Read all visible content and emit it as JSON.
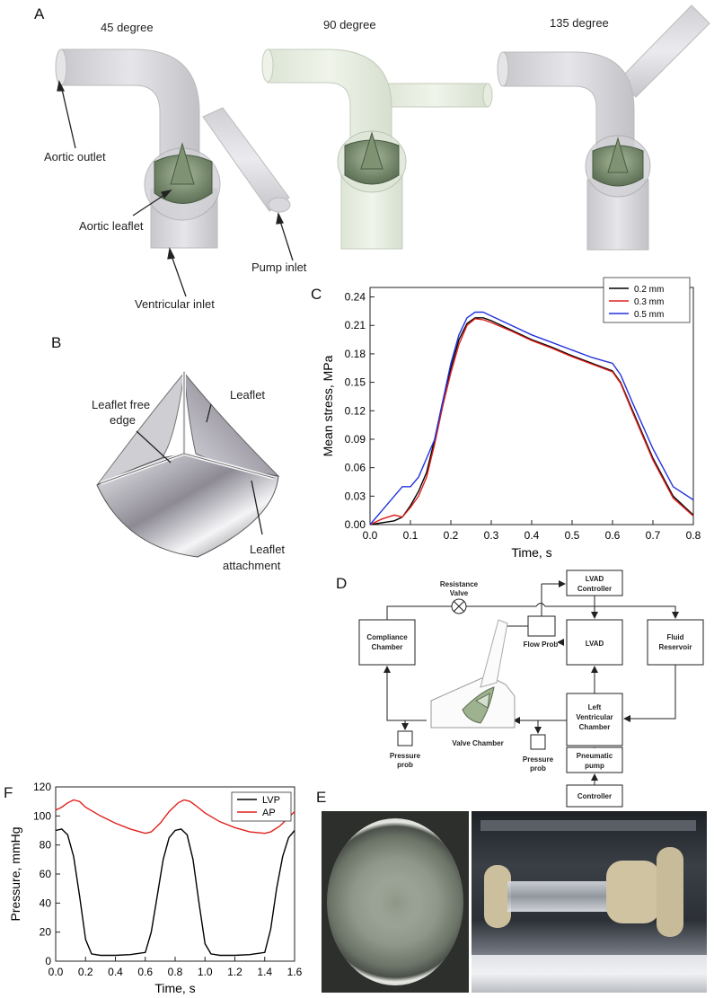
{
  "panel_a": {
    "letter": "A",
    "angles": [
      "45 degree",
      "90 degree",
      "135 degree"
    ],
    "annotations": {
      "aortic_outlet": "Aortic outlet",
      "aortic_leaflet": "Aortic leaflet",
      "pump_inlet": "Pump inlet",
      "ventricular_inlet": "Ventricular inlet"
    }
  },
  "panel_b": {
    "letter": "B",
    "labels": {
      "free_edge_1": "Leaflet free",
      "free_edge_2": "edge",
      "leaflet": "Leaflet",
      "attachment_1": "Leaflet",
      "attachment_2": "attachment"
    }
  },
  "panel_d": {
    "letter": "D",
    "boxes": {
      "lvad_controller_1": "LVAD",
      "lvad_controller_2": "Controller",
      "lvad": "LVAD",
      "compliance_1": "Compliance",
      "compliance_2": "Chamber",
      "fluid_1": "Fluid",
      "fluid_2": "Reservoir",
      "lv_1": "Left",
      "lv_2": "Ventricular",
      "lv_3": "Chamber",
      "pneumatic_1": "Pneumatic",
      "pneumatic_2": "pump",
      "controller": "Controller"
    },
    "labels": {
      "resistance_1": "Resistance",
      "resistance_2": "Valve",
      "flow_prob": "Flow  Prob",
      "valve_chamber": "Valve Chamber",
      "pressure_1": "Pressure",
      "pressure_2": "prob"
    }
  },
  "panel_e": {
    "letter": "E"
  },
  "panel_c_letter": "C",
  "panel_f_letter": "F",
  "chart_data": [
    {
      "panel": "C",
      "type": "line",
      "xlabel": "Time, s",
      "ylabel": "Mean stress, MPa",
      "xlim": [
        0.0,
        0.8
      ],
      "ylim": [
        0.0,
        0.25
      ],
      "xticks": [
        "0.0",
        "0.1",
        "0.2",
        "0.3",
        "0.4",
        "0.5",
        "0.6",
        "0.7",
        "0.8"
      ],
      "yticks": [
        "0.00",
        "0.03",
        "0.06",
        "0.09",
        "0.12",
        "0.15",
        "0.18",
        "0.21",
        "0.24"
      ],
      "legend_position": "top-right",
      "series": [
        {
          "name": "0.2 mm",
          "color": "#000000",
          "x": [
            0,
            0.03,
            0.06,
            0.08,
            0.1,
            0.12,
            0.14,
            0.16,
            0.18,
            0.2,
            0.22,
            0.24,
            0.26,
            0.28,
            0.3,
            0.35,
            0.4,
            0.45,
            0.5,
            0.55,
            0.6,
            0.62,
            0.65,
            0.7,
            0.75,
            0.8
          ],
          "y": [
            0,
            0.002,
            0.004,
            0.008,
            0.02,
            0.035,
            0.055,
            0.09,
            0.13,
            0.165,
            0.195,
            0.212,
            0.218,
            0.218,
            0.215,
            0.205,
            0.195,
            0.187,
            0.178,
            0.17,
            0.162,
            0.15,
            0.12,
            0.07,
            0.03,
            0.01
          ]
        },
        {
          "name": "0.3 mm",
          "color": "#e0201b",
          "x": [
            0,
            0.03,
            0.06,
            0.08,
            0.1,
            0.12,
            0.14,
            0.16,
            0.18,
            0.2,
            0.22,
            0.24,
            0.26,
            0.28,
            0.3,
            0.35,
            0.4,
            0.45,
            0.5,
            0.55,
            0.6,
            0.62,
            0.65,
            0.7,
            0.75,
            0.8
          ],
          "y": [
            0,
            0.006,
            0.01,
            0.008,
            0.018,
            0.03,
            0.05,
            0.085,
            0.125,
            0.16,
            0.19,
            0.21,
            0.217,
            0.216,
            0.213,
            0.204,
            0.194,
            0.186,
            0.177,
            0.169,
            0.161,
            0.149,
            0.118,
            0.068,
            0.028,
            0.009
          ]
        },
        {
          "name": "0.5 mm",
          "color": "#2233dd",
          "x": [
            0,
            0.03,
            0.06,
            0.08,
            0.1,
            0.12,
            0.14,
            0.16,
            0.18,
            0.2,
            0.22,
            0.24,
            0.26,
            0.28,
            0.3,
            0.35,
            0.4,
            0.45,
            0.5,
            0.55,
            0.6,
            0.62,
            0.65,
            0.7,
            0.75,
            0.8
          ],
          "y": [
            0,
            0.015,
            0.03,
            0.04,
            0.04,
            0.05,
            0.07,
            0.09,
            0.13,
            0.17,
            0.2,
            0.218,
            0.224,
            0.224,
            0.22,
            0.21,
            0.2,
            0.192,
            0.184,
            0.176,
            0.17,
            0.158,
            0.128,
            0.08,
            0.04,
            0.026
          ]
        }
      ]
    },
    {
      "panel": "F",
      "type": "line",
      "xlabel": "Time, s",
      "ylabel": "Pressure, mmHg",
      "xlim": [
        0.0,
        1.6
      ],
      "ylim": [
        0,
        120
      ],
      "xticks": [
        "0.0",
        "0.2",
        "0.4",
        "0.6",
        "0.8",
        "1.0",
        "1.2",
        "1.4",
        "1.6"
      ],
      "yticks": [
        "0",
        "20",
        "40",
        "60",
        "80",
        "100",
        "120"
      ],
      "legend_position": "top-right",
      "series": [
        {
          "name": "LVP",
          "color": "#000000",
          "x": [
            0,
            0.04,
            0.08,
            0.12,
            0.16,
            0.2,
            0.24,
            0.3,
            0.4,
            0.5,
            0.6,
            0.64,
            0.68,
            0.72,
            0.76,
            0.8,
            0.84,
            0.88,
            0.92,
            0.96,
            1.0,
            1.04,
            1.1,
            1.2,
            1.3,
            1.4,
            1.44,
            1.48,
            1.52,
            1.56,
            1.6
          ],
          "y": [
            90,
            91,
            87,
            72,
            45,
            15,
            5,
            4,
            4,
            4.5,
            6,
            20,
            45,
            70,
            85,
            90,
            91,
            87,
            70,
            40,
            12,
            5,
            4,
            4,
            4.5,
            6,
            22,
            50,
            72,
            85,
            90
          ]
        },
        {
          "name": "AP",
          "color": "#e0201b",
          "x": [
            0,
            0.04,
            0.08,
            0.12,
            0.16,
            0.2,
            0.3,
            0.4,
            0.5,
            0.6,
            0.64,
            0.7,
            0.76,
            0.82,
            0.86,
            0.9,
            0.94,
            1.0,
            1.1,
            1.2,
            1.3,
            1.4,
            1.44,
            1.5,
            1.56,
            1.6
          ],
          "y": [
            104,
            106,
            109,
            111,
            110,
            106,
            100,
            95,
            91,
            88,
            89,
            95,
            103,
            109,
            111,
            110,
            107,
            102,
            96,
            92,
            89,
            88,
            89,
            93,
            99,
            103
          ]
        }
      ]
    }
  ]
}
